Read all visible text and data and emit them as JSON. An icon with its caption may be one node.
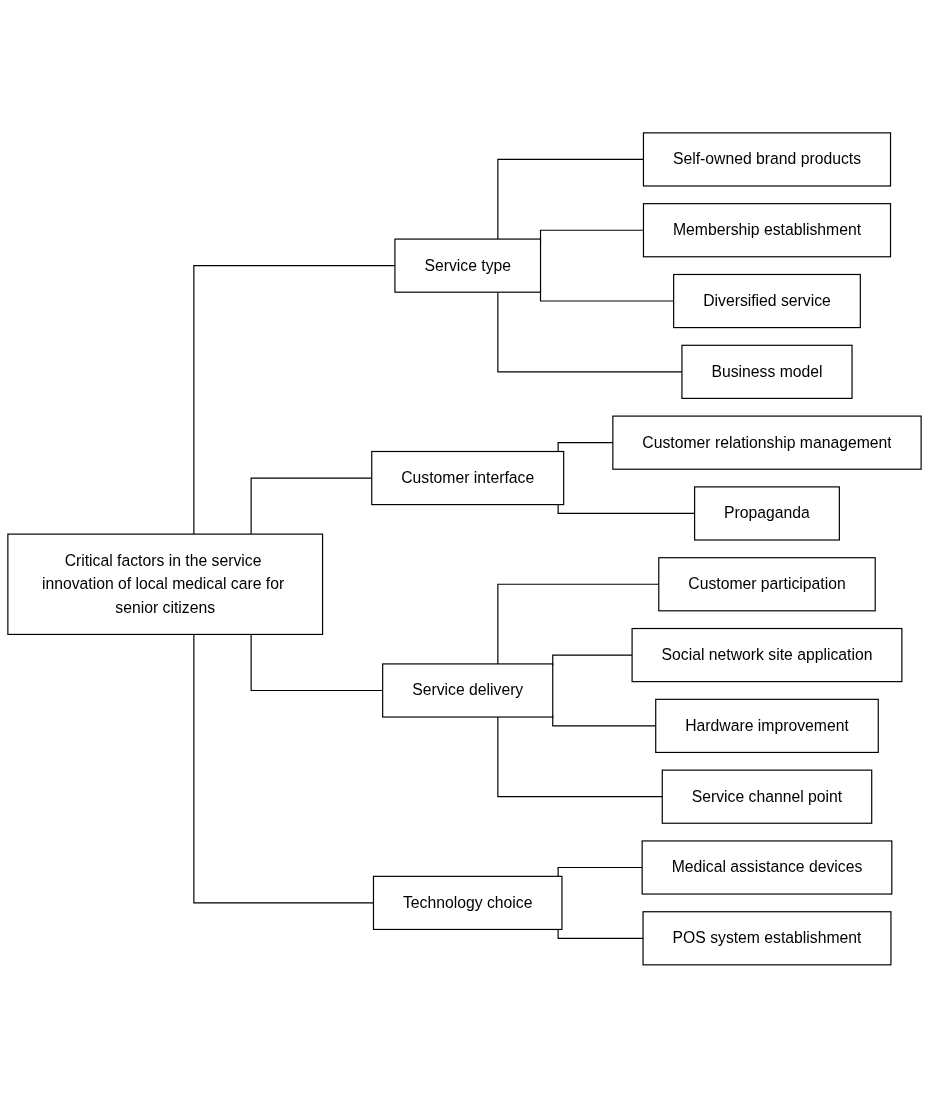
{
  "diagram": {
    "nodes": [
      {
        "text": [
          "Critical factors in the service innovation of local medical care for senior citizens"
        ]
      },
      {
        "text": [
          "Service type"
        ]
      },
      {
        "text": [
          "Self-owned brand products"
        ]
      },
      {
        "text": [
          "Membership establishment"
        ]
      },
      {
        "text": [
          "Diversified service"
        ]
      },
      {
        "text": [
          "Business model"
        ]
      },
      {
        "text": [
          "Customer interface"
        ]
      },
      {
        "text": [
          "Customer relationship management"
        ]
      },
      {
        "text": [
          "Propaganda"
        ]
      },
      {
        "text": [
          "Service delivery"
        ]
      },
      {
        "text": [
          "Customer participation"
        ]
      },
      {
        "text": [
          "Social network site application"
        ]
      },
      {
        "text": [
          "Hardware improvement"
        ]
      },
      {
        "text": [
          "Service channel point"
        ]
      },
      {
        "text": [
          "Technology choice"
        ]
      },
      {
        "text": [
          "Medical assistance devices"
        ]
      },
      {
        "text": [
          "POS system establishment"
        ]
      }
    ],
    "edges": [
      {
        "from": 0,
        "to": 1,
        "arrow": "none"
      },
      {
        "from": 0,
        "to": 6,
        "arrow": "none"
      },
      {
        "from": 0,
        "to": 9,
        "arrow": "none"
      },
      {
        "from": 0,
        "to": 14,
        "arrow": "none"
      },
      {
        "from": 1,
        "to": 2,
        "arrow": "none"
      },
      {
        "from": 1,
        "to": 3,
        "arrow": "none"
      },
      {
        "from": 1,
        "to": 4,
        "arrow": "none"
      },
      {
        "from": 1,
        "to": 5,
        "arrow": "none"
      },
      {
        "from": 6,
        "to": 7,
        "arrow": "none"
      },
      {
        "from": 6,
        "to": 8,
        "arrow": "none"
      },
      {
        "from": 9,
        "to": 10,
        "arrow": "none"
      },
      {
        "from": 9,
        "to": 11,
        "arrow": "none"
      },
      {
        "from": 9,
        "to": 12,
        "arrow": "none"
      },
      {
        "from": 9,
        "to": 13,
        "arrow": "none"
      },
      {
        "from": 14,
        "to": 15,
        "arrow": "none"
      },
      {
        "from": 14,
        "to": 16,
        "arrow": "none"
      }
    ]
  }
}
